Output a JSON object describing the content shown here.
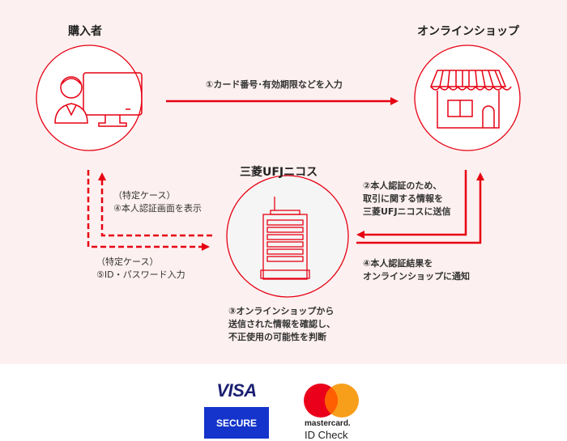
{
  "nodes": {
    "buyer": "購入者",
    "shop": "オンラインショップ",
    "nicos": "三菱UFJニコス"
  },
  "steps": {
    "s1": "①カード番号･有効期限などを入力",
    "s2": [
      "②本人認証のため、",
      "取引に関する情報を",
      "三菱UFJニコスに送信"
    ],
    "s3": [
      "③オンラインショップから",
      "送信された情報を確認し、",
      "不正使用の可能性を判断"
    ],
    "s4a": [
      "（特定ケース）",
      "④本人認証画面を表示"
    ],
    "s4b": [
      "④本人認証結果を",
      "オンラインショップに通知"
    ],
    "s5": [
      "（特定ケース）",
      "⑤ID・パスワード入力"
    ]
  },
  "logos": {
    "visa": "VISA",
    "visa_secure": "SECURE",
    "mastercard": "mastercard.",
    "id_check": "ID Check"
  },
  "colors": {
    "accent": "#e60012",
    "bg": "#fdf0f0",
    "visa_blue": "#1434cb"
  }
}
